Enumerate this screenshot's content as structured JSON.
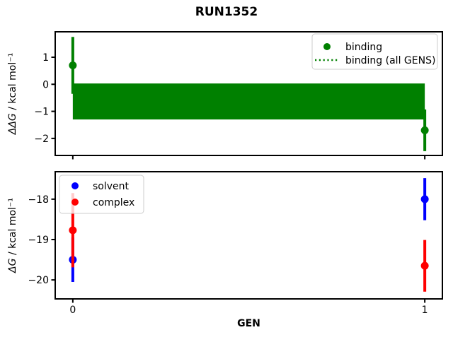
{
  "title": "RUN1352",
  "colors": {
    "binding": "#008000",
    "solvent": "#0000ff",
    "complex": "#ff0000",
    "axes": "#000000",
    "legend_border": "#cccccc",
    "background": "#ffffff"
  },
  "chart_data": [
    {
      "type": "scatter",
      "ylabel": "ΔΔG / kcal mol⁻¹",
      "ylabel_parts": {
        "math": "ΔΔG",
        "rest": " / kcal mol⁻¹"
      },
      "xlabel": "",
      "xlim": [
        -0.05,
        1.05
      ],
      "ylim": [
        -2.63,
        1.94
      ],
      "yticks": [
        1,
        0,
        -1,
        -2
      ],
      "xticks": [
        0,
        1
      ],
      "xticklabels": [
        "",
        ""
      ],
      "grid": false,
      "series": [
        {
          "name": "binding",
          "style": "errorbar",
          "marker": "circle",
          "color": "#008000",
          "x": [
            0,
            1
          ],
          "y": [
            0.7,
            -1.7
          ],
          "yerr": [
            1.05,
            0.77
          ]
        },
        {
          "name": "binding (all GENS)",
          "style": "band",
          "color": "#008000",
          "x": [
            0,
            1
          ],
          "yhi": 0.03,
          "ylo": -1.3,
          "legend_style": "dotted"
        }
      ],
      "legend": {
        "position": "upper right",
        "entries": [
          "binding",
          "binding (all GENS)"
        ]
      }
    },
    {
      "type": "scatter",
      "ylabel": "ΔG / kcal mol⁻¹",
      "ylabel_parts": {
        "math": "ΔG",
        "rest": " / kcal mol⁻¹"
      },
      "xlabel": "GEN",
      "xlim": [
        -0.05,
        1.05
      ],
      "ylim": [
        -20.47,
        -17.32
      ],
      "yticks": [
        -18,
        -19,
        -20
      ],
      "xticks": [
        0,
        1
      ],
      "xticklabels": [
        "0",
        "1"
      ],
      "grid": false,
      "series": [
        {
          "name": "solvent",
          "style": "errorbar",
          "marker": "circle",
          "color": "#0000ff",
          "x": [
            0,
            1
          ],
          "y": [
            -19.5,
            -18.0
          ],
          "yerr": [
            0.55,
            0.52
          ]
        },
        {
          "name": "complex",
          "style": "errorbar",
          "marker": "circle",
          "color": "#ff0000",
          "x": [
            0,
            1
          ],
          "y": [
            -18.77,
            -19.65
          ],
          "yerr": [
            0.92,
            0.64
          ]
        }
      ],
      "legend": {
        "position": "upper left",
        "entries": [
          "solvent",
          "complex"
        ]
      }
    }
  ]
}
